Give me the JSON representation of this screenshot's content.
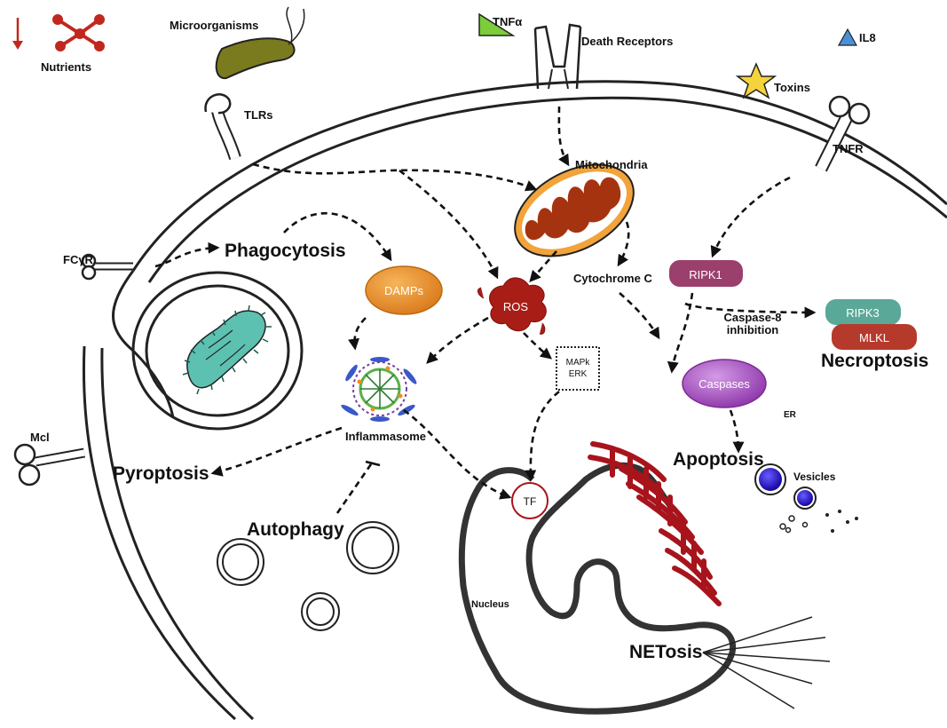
{
  "labels": {
    "nutrients": "Nutrients",
    "microorganisms": "Microorganisms",
    "tnfa": "TNFα",
    "death_receptors": "Death Receptors",
    "il8": "IL8",
    "toxins": "Toxins",
    "tlrs": "TLRs",
    "tnfr": "TNFR",
    "mitochondria": "Mitochondria",
    "fcgr": "FCγR",
    "phagocytosis": "Phagocytosis",
    "damps": "DAMPs",
    "ros": "ROS",
    "cytochrome_c": "Cytochrome C",
    "ripk1": "RIPK1",
    "caspase8_line1": "Caspase-8",
    "caspase8_line2": "inhibition",
    "ripk3": "RIPK3",
    "mlkl": "MLKL",
    "necroptosis": "Necroptosis",
    "mapk": "MAPk",
    "erk": "ERK",
    "caspases": "Caspases",
    "er": "ER",
    "inflammasome": "Inflammasome",
    "mcl": "Mcl",
    "pyroptosis": "Pyroptosis",
    "apoptosis": "Apoptosis",
    "vesicles": "Vesicles",
    "tf": "TF",
    "autophagy": "Autophagy",
    "nucleus": "Nucleus",
    "netosis": "NETosis"
  },
  "colors": {
    "mitochondria_outer": "#f2a33a",
    "mitochondria_inner": "#a6330f",
    "ros": "#a81d16",
    "damps": "#eb8f1e",
    "ripk1": "#9b3f6d",
    "ripk3": "#5aa897",
    "mlkl": "#b63a2c",
    "caspases": "#a64bc0",
    "bacterium": "#5cc1b0",
    "microorganism": "#7a7a1f",
    "er": "#a8141c",
    "vesicle": "#2a14c9",
    "tnfa": "#7ccc3c",
    "il8": "#4a90d9",
    "toxin": "#f5d33a",
    "nutrients": "#c0281e"
  }
}
